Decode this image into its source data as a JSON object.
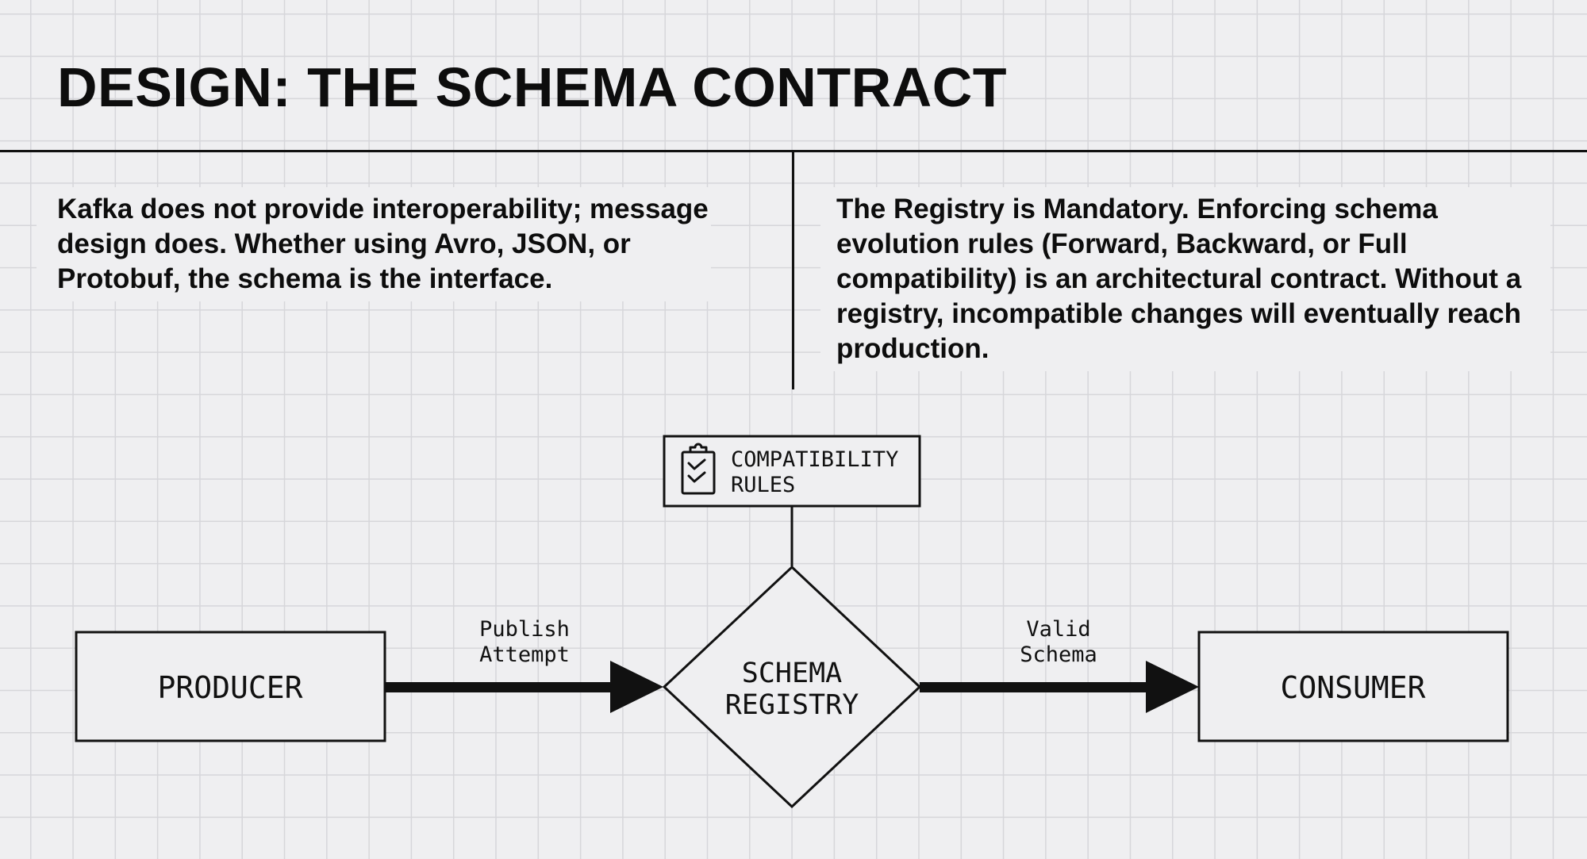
{
  "title": "DESIGN: THE SCHEMA CONTRACT",
  "left_text": "Kafka does not provide interoperability; message design does. Whether using Avro, JSON, or Protobuf, the schema is the interface.",
  "right_text": "The Registry is Mandatory. Enforcing schema evolution rules (Forward, Backward, or Full compatibility) is an architectural contract. Without a registry, incompatible changes will eventually reach production.",
  "diagram": {
    "rules_box": {
      "icon": "clipboard-check-icon",
      "line1": "COMPATIBILITY",
      "line2": "RULES"
    },
    "producer": "PRODUCER",
    "registry": {
      "line1": "SCHEMA",
      "line2": "REGISTRY"
    },
    "consumer": "CONSUMER",
    "arrow1": {
      "line1": "Publish",
      "line2": "Attempt"
    },
    "arrow2": {
      "line1": "Valid",
      "line2": "Schema"
    }
  },
  "colors": {
    "background": "#efeff1",
    "ink": "#0d0d0d",
    "grid": "#d6d6da"
  }
}
